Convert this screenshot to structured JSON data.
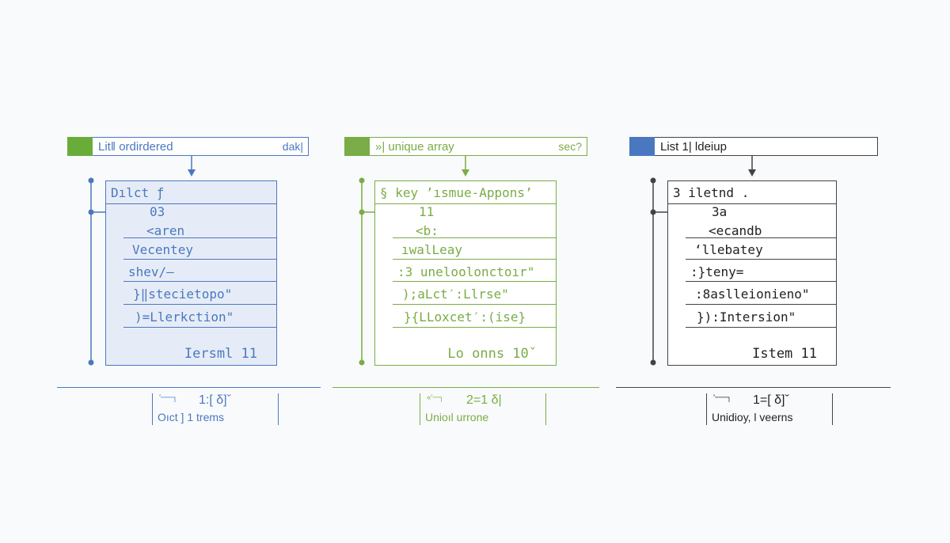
{
  "panels": [
    {
      "accent": "#4a78c0",
      "swatch": "#6aac3a",
      "header": {
        "label": "Lit‖ ordirdered",
        "tag": "dak|"
      },
      "box": {
        "fill": "#e6ecf7",
        "title": "Dılct ƒ",
        "rows": [
          "03",
          "<aren",
          "Vecentey",
          "shev/—",
          "}‖stecietopo\"",
          ")=Llerkction\""
        ],
        "footer": "Iersml 11"
      },
      "caption": {
        "mark": "‘──┐",
        "top": "1:[ δ]ˇ",
        "bottom": "Oıct ] 1 trems"
      }
    },
    {
      "accent": "#7aac47",
      "swatch": "#7aac47",
      "header": {
        "label": "»| unique array",
        "tag": "sec?"
      },
      "box": {
        "fill": "#ffffff",
        "title": "§ key ’ısmue-Appons’",
        "rows": [
          "11",
          "<b:",
          "ıwalLeay",
          ":3 uneloolonctoır\"",
          ");aLct′:Llrse\"",
          "}{LLoxcet′:(ise}"
        ],
        "footer": "Lo onns 10ˇ"
      },
      "caption": {
        "mark": "«‘─┐",
        "top": "2=1 δ|",
        "bottom": "Unioıl urrone"
      }
    },
    {
      "accent": "#404448",
      "swatch": "#4a78c0",
      "header": {
        "label": "List 1| ldeiup",
        "tag": ""
      },
      "box": {
        "fill": "#ffffff",
        "title": "3 iletnd .",
        "rows": [
          "3a",
          "<ecandb",
          "‘llebatey",
          ":}teny=",
          ":8aslleionieno\"",
          "}):Intersion\""
        ],
        "footer": "Istem 11"
      },
      "caption": {
        "mark": "‘──┐",
        "top": "1=[ δ]ˇ",
        "bottom": "Unidioy, l veerns"
      }
    }
  ]
}
